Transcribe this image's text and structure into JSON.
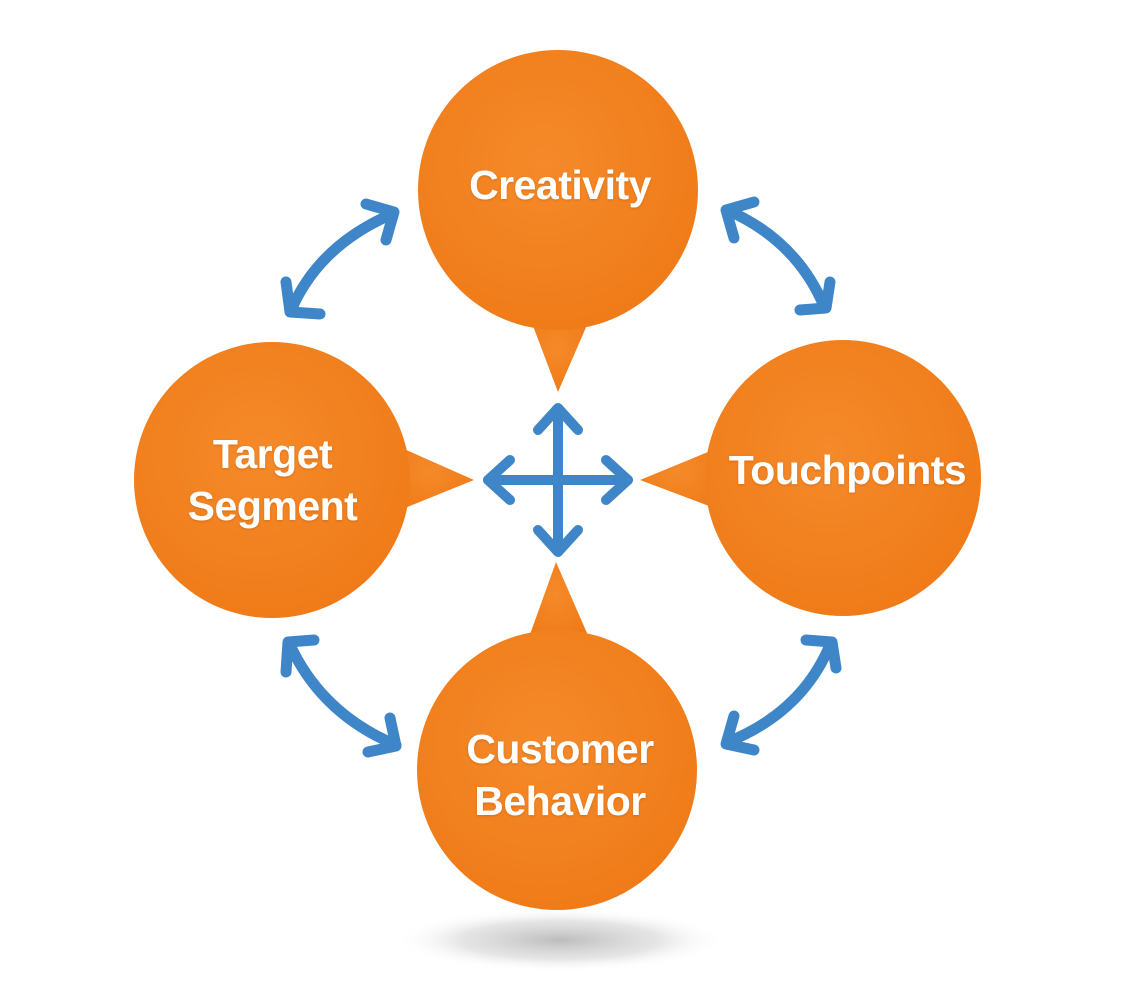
{
  "colors": {
    "node_fill": "#f2801f",
    "arrow": "#3f86c8",
    "label_text": "#ffffff"
  },
  "nodes": [
    {
      "id": "creativity",
      "lines": [
        "Creativity"
      ]
    },
    {
      "id": "touchpoints",
      "lines": [
        "Touchpoints"
      ]
    },
    {
      "id": "customer-behavior",
      "lines": [
        "Customer",
        "Behavior"
      ]
    },
    {
      "id": "target-segment",
      "lines": [
        "Target",
        "Segment"
      ]
    }
  ],
  "connectors": [
    {
      "from": "target-segment",
      "to": "creativity",
      "type": "bidirectional"
    },
    {
      "from": "creativity",
      "to": "touchpoints",
      "type": "bidirectional"
    },
    {
      "from": "touchpoints",
      "to": "customer-behavior",
      "type": "bidirectional"
    },
    {
      "from": "customer-behavior",
      "to": "target-segment",
      "type": "bidirectional"
    }
  ],
  "center_icon": "four-way-arrow-icon"
}
